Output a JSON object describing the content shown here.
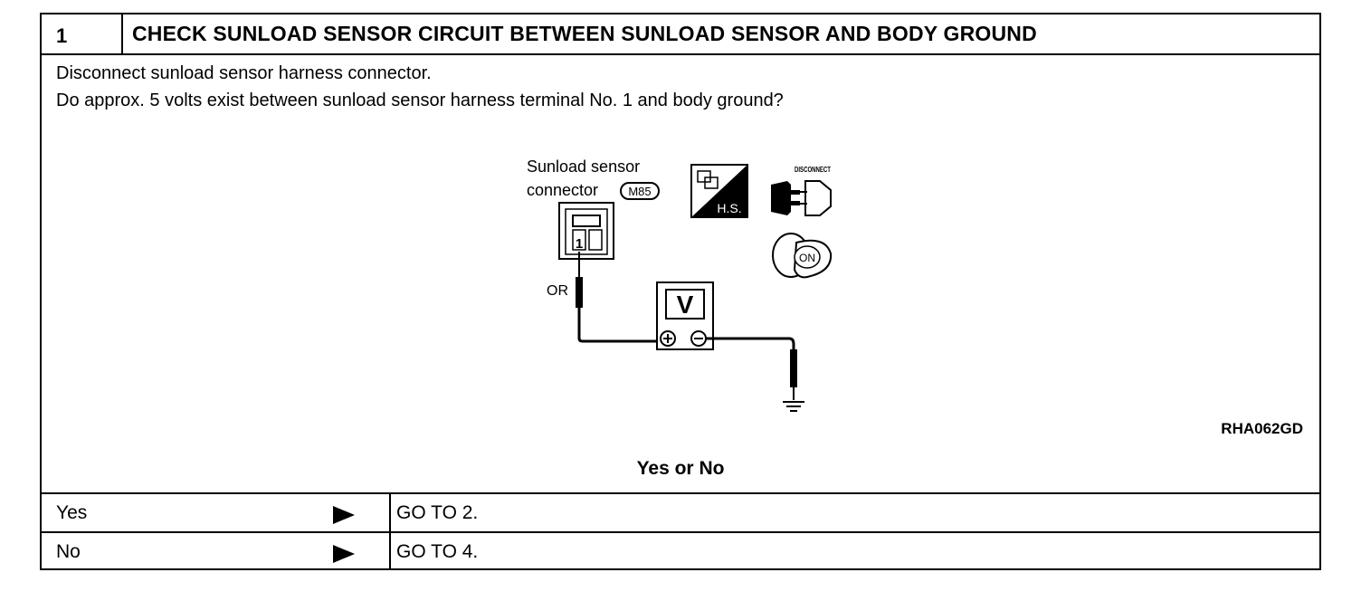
{
  "step": {
    "number": "1",
    "title": "CHECK SUNLOAD SENSOR CIRCUIT BETWEEN SUNLOAD SENSOR AND BODY GROUND"
  },
  "instructions": [
    "Disconnect sunload sensor harness connector.",
    "Do approx. 5 volts exist between sunload sensor harness terminal No. 1 and body ground?"
  ],
  "diagram": {
    "connector_label_line1": "Sunload sensor",
    "connector_label_line2": "connector",
    "connector_code": "M85",
    "terminal": "1",
    "wire_color": "OR",
    "meter_symbol": "V",
    "hs_label": "H.S.",
    "disconnect_label": "DISCONNECT",
    "key_label": "ON",
    "figure_id": "RHA062GD"
  },
  "question": "Yes or No",
  "answers": [
    {
      "label": "Yes",
      "action": "GO TO 2."
    },
    {
      "label": "No",
      "action": "GO TO 4."
    }
  ]
}
